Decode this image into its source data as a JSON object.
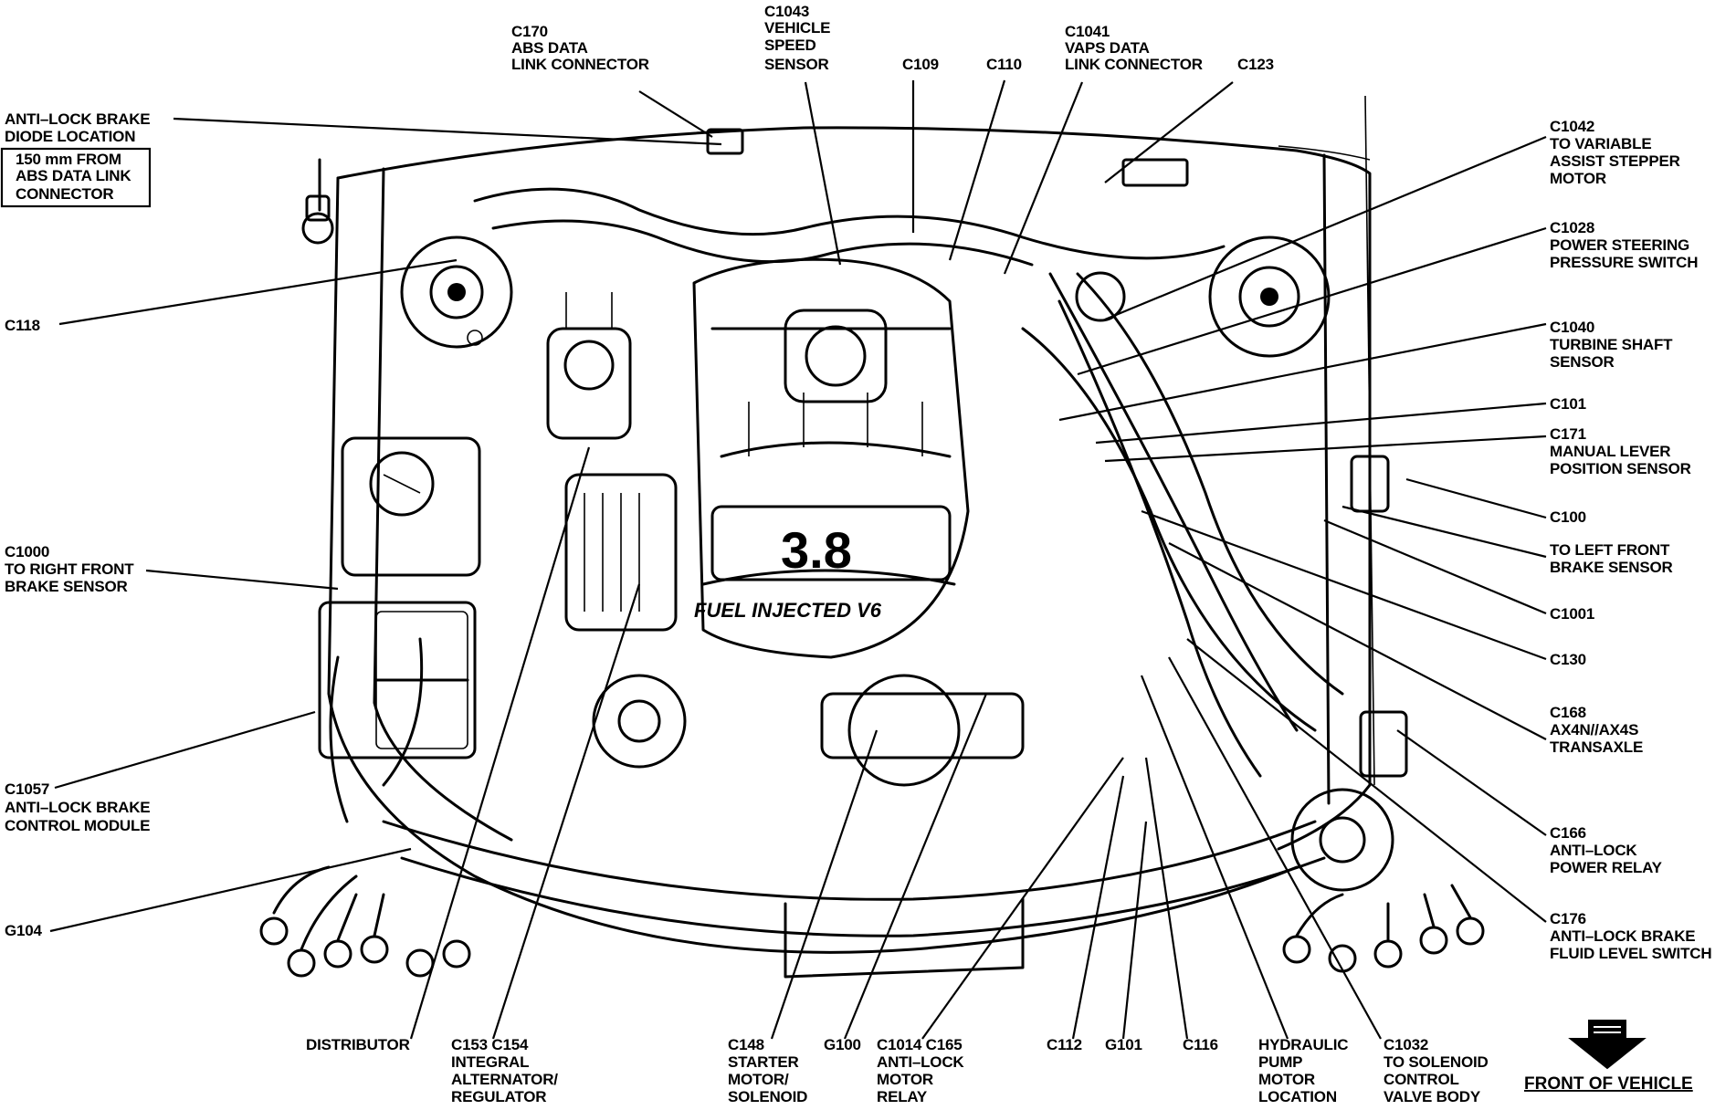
{
  "callouts": [
    {
      "id": "c170",
      "lines": [
        "C170",
        "ABS  DATA",
        "LINK CONNECTOR"
      ]
    },
    {
      "id": "c1043",
      "lines": [
        "C1043",
        "VEHICLE",
        "SPEED",
        "SENSOR"
      ]
    },
    {
      "id": "c109",
      "lines": [
        "C109"
      ]
    },
    {
      "id": "c110",
      "lines": [
        "C110"
      ]
    },
    {
      "id": "c1041",
      "lines": [
        "C1041",
        "VAPS DATA",
        "LINK CONNECTOR"
      ]
    },
    {
      "id": "c123",
      "lines": [
        "C123"
      ]
    },
    {
      "id": "abs-diode",
      "lines": [
        "ANTI–LOCK BRAKE",
        "DIODE LOCATION"
      ]
    },
    {
      "id": "abs-diode-box",
      "lines": [
        "150 mm FROM",
        "ABS DATA LINK",
        "CONNECTOR"
      ]
    },
    {
      "id": "c118",
      "lines": [
        "C118"
      ]
    },
    {
      "id": "c1000",
      "lines": [
        "C1000",
        "TO RIGHT FRONT",
        "BRAKE SENSOR"
      ]
    },
    {
      "id": "c1057",
      "lines": [
        "C1057",
        "ANTI–LOCK BRAKE",
        "CONTROL MODULE"
      ]
    },
    {
      "id": "g104",
      "lines": [
        "G104"
      ]
    },
    {
      "id": "c1042",
      "lines": [
        "C1042",
        "TO VARIABLE",
        "ASSIST STEPPER",
        "MOTOR"
      ]
    },
    {
      "id": "c1028",
      "lines": [
        "C1028",
        "POWER STEERING",
        "PRESSURE SWITCH"
      ]
    },
    {
      "id": "c1040",
      "lines": [
        "C1040",
        "TURBINE SHAFT",
        "SENSOR"
      ]
    },
    {
      "id": "c101",
      "lines": [
        "C101"
      ]
    },
    {
      "id": "c171",
      "lines": [
        "C171",
        "MANUAL LEVER",
        "POSITION SENSOR"
      ]
    },
    {
      "id": "c100",
      "lines": [
        "C100"
      ]
    },
    {
      "id": "left-brake",
      "lines": [
        "TO LEFT FRONT",
        "BRAKE SENSOR"
      ]
    },
    {
      "id": "c1001",
      "lines": [
        "C1001"
      ]
    },
    {
      "id": "c130",
      "lines": [
        "C130"
      ]
    },
    {
      "id": "c168",
      "lines": [
        "C168",
        "AX4N//AX4S",
        "TRANSAXLE"
      ]
    },
    {
      "id": "c166",
      "lines": [
        "C166",
        "ANTI–LOCK",
        "POWER RELAY"
      ]
    },
    {
      "id": "c176",
      "lines": [
        "C176",
        "ANTI–LOCK BRAKE",
        "FLUID LEVEL SWITCH"
      ]
    },
    {
      "id": "distributor",
      "lines": [
        "DISTRIBUTOR"
      ]
    },
    {
      "id": "c153",
      "lines": [
        "C153 C154",
        "INTEGRAL",
        "ALTERNATOR/",
        "REGULATOR"
      ]
    },
    {
      "id": "c148",
      "lines": [
        "C148",
        "STARTER",
        "MOTOR/",
        "SOLENOID"
      ]
    },
    {
      "id": "g100",
      "lines": [
        "G100"
      ]
    },
    {
      "id": "c1014",
      "lines": [
        "C1014 C165",
        "ANTI–LOCK",
        "MOTOR",
        "RELAY"
      ]
    },
    {
      "id": "c112",
      "lines": [
        "C112"
      ]
    },
    {
      "id": "g101",
      "lines": [
        "G101"
      ]
    },
    {
      "id": "c116",
      "lines": [
        "C116"
      ]
    },
    {
      "id": "hydraulic",
      "lines": [
        "HYDRAULIC",
        "PUMP",
        "MOTOR",
        "LOCATION"
      ]
    },
    {
      "id": "c1032",
      "lines": [
        "C1032",
        "TO SOLENOID",
        "CONTROL",
        "VALVE BODY"
      ]
    }
  ],
  "front_of_vehicle": "FRONT OF VEHICLE",
  "engine_badge": {
    "displacement": "3.8",
    "caption": "FUEL INJECTED V6"
  }
}
